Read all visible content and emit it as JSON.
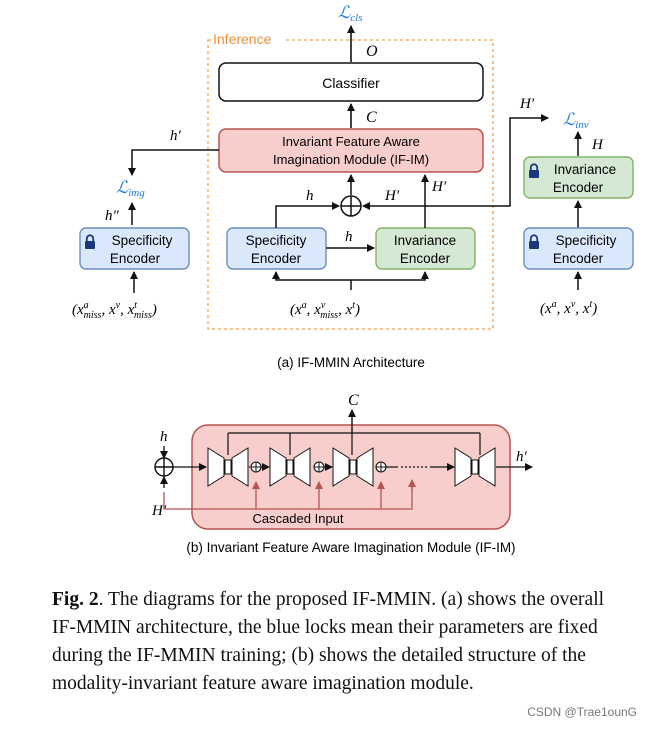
{
  "diagram_a": {
    "inference_label": "Inference",
    "loss_cls": "ℒ",
    "loss_cls_sub": "cls",
    "out_O": "O",
    "classifier": "Classifier",
    "out_C": "C",
    "imagination_line1": "Invariant Feature Aware",
    "imagination_line2": "Imagination Module (IF-IM)",
    "h_prime": "h′",
    "h_double_prime": "h″",
    "loss_img": "ℒ",
    "loss_img_sub": "img",
    "loss_inv": "ℒ",
    "loss_inv_sub": "inv",
    "H_prime": "H′",
    "H": "H",
    "h": "h",
    "specificity_line1": "Specificity",
    "specificity_line2": "Encoder",
    "invariance_line1": "Invariance",
    "invariance_line2": "Encoder",
    "input_left": "(x",
    "input_center": "(x",
    "input_right": "(x",
    "subcaption": "(a) IF-MMIN Architecture"
  },
  "diagram_b": {
    "C": "C",
    "h": "h",
    "H_prime": "H′",
    "h_prime": "h′",
    "cascaded_input": "Cascaded Input",
    "subcaption": "(b) Invariant Feature Aware Imagination Module (IF-IM)"
  },
  "caption": {
    "lead": "Fig. 2",
    "text": ". The diagrams for the proposed IF-MMIN. (a) shows the overall IF-MMIN architecture, the blue locks mean their parameters are fixed during the IF-MMIN training; (b) shows the detailed structure of the modality-invariant feature aware imagination module."
  },
  "watermark": "CSDN @Trae1ounG",
  "colors": {
    "blue_fill": "#dae8fc",
    "blue_stroke": "#6c8ebf",
    "red_fill": "#f8cecc",
    "red_stroke": "#b85450",
    "green_fill": "#d5e8d4",
    "green_stroke": "#82b366",
    "orange_dash": "#f0a050",
    "loss_blue": "#1f7ae0",
    "lock": "#1a3a7a"
  }
}
